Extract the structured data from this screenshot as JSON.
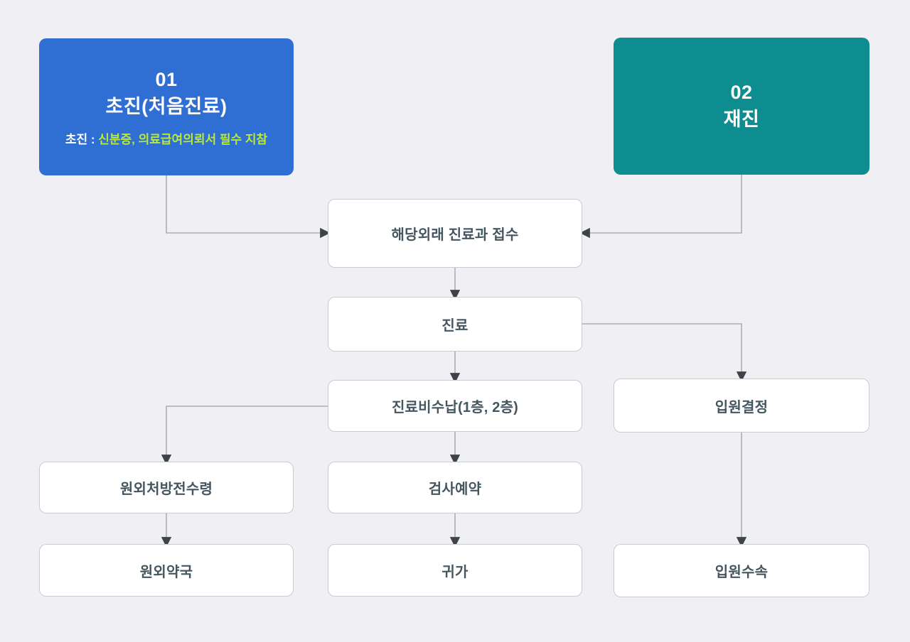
{
  "page": {
    "background_color": "#f0f0f4",
    "step_border_color": "#c8cccf",
    "step_text_color": "#44565f",
    "connector_line_color": "#abb0b4",
    "arrowhead_color": "#3d4347"
  },
  "flow": {
    "first_visit": {
      "number": "01",
      "title": "초진(처음진료)",
      "note_label": "초진 : ",
      "note_highlight": "신분증, 의료급여의뢰서 필수 지참",
      "bg_color": "#2f6ed2",
      "highlight_color": "#b9e93b"
    },
    "revisit": {
      "number": "02",
      "title": "재진",
      "bg_color": "#0d8d90"
    },
    "steps": {
      "reception": "해당외래 진료과 접수",
      "treatment": "진료",
      "payment": "진료비수납(1층, 2층)",
      "admission_decision": "입원결정",
      "external_prescription": "원외처방전수령",
      "test_reservation": "검사예약",
      "external_pharmacy": "원외약국",
      "go_home": "귀가",
      "admission_procedure": "입원수속"
    }
  }
}
